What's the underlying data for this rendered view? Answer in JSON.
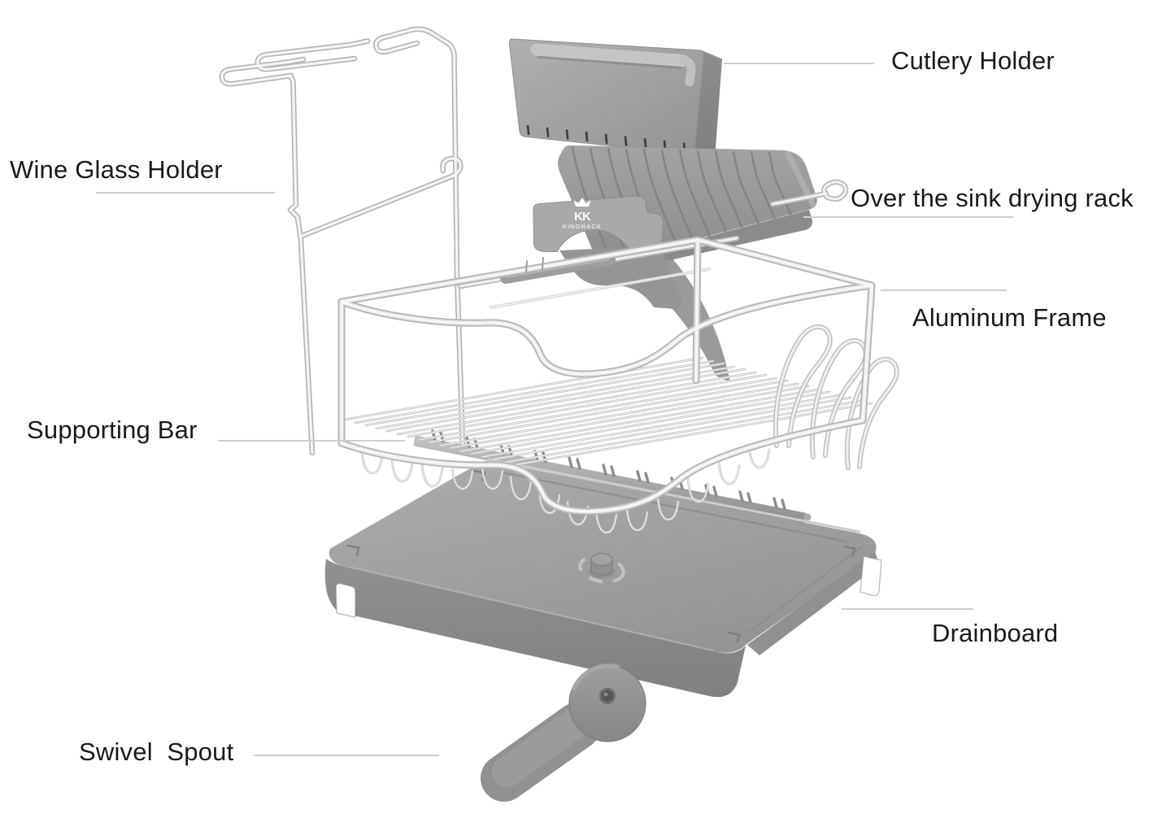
{
  "brand": {
    "name": "KINGRACK",
    "monogram": "KK"
  },
  "labels": [
    {
      "id": "wine-glass-holder",
      "text": "Wine Glass Holder"
    },
    {
      "id": "cutlery-holder",
      "text": "Cutlery Holder"
    },
    {
      "id": "over-sink-drying-rack",
      "text": "Over the sink drying rack"
    },
    {
      "id": "aluminum-frame",
      "text": "Aluminum Frame"
    },
    {
      "id": "supporting-bar",
      "text": "Supporting Bar"
    },
    {
      "id": "drainboard",
      "text": "Drainboard"
    },
    {
      "id": "swivel-spout",
      "text": "Swivel  Spout"
    }
  ],
  "colors": {
    "background": "#ffffff",
    "label_text": "#1a1a1a",
    "leader_line": "#cccfd1",
    "plastic_gray": "#9b9d9e",
    "metal_light": "#e9ebec"
  }
}
